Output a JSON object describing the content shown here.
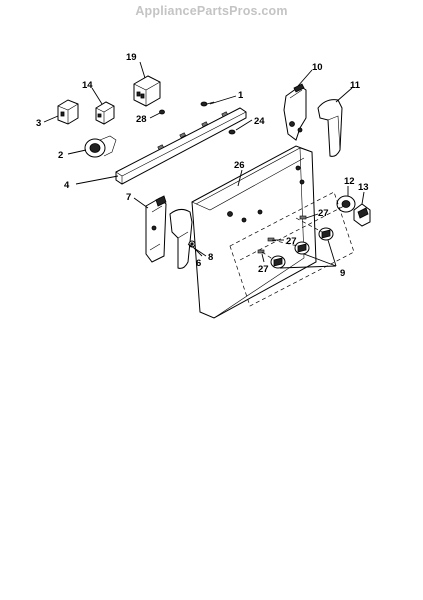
{
  "watermark": "AppliancePartsPros.com",
  "callouts": {
    "c1": "1",
    "c2": "2",
    "c3": "3",
    "c4": "4",
    "c6": "6",
    "c7": "7",
    "c8": "8",
    "c9": "9",
    "c10": "10",
    "c11": "11",
    "c12": "12",
    "c13": "13",
    "c14": "14",
    "c19": "19",
    "c24": "24",
    "c26": "26",
    "c27a": "27",
    "c27b": "27",
    "c27c": "27",
    "c28": "28"
  }
}
